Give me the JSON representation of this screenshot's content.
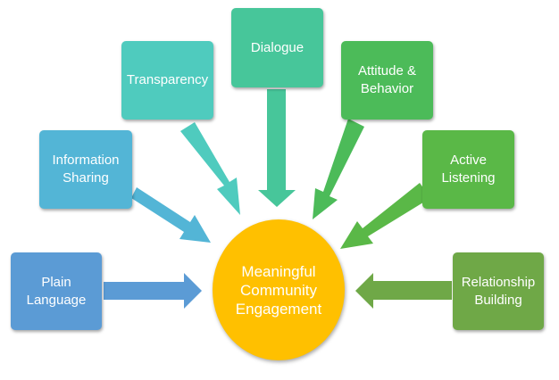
{
  "center": {
    "label": "Meaningful\nCommunity\nEngagement",
    "color": "#FFC000"
  },
  "nodes": [
    {
      "label": "Plain\nLanguage",
      "color": "#5B9BD5"
    },
    {
      "label": "Information\nSharing",
      "color": "#53B5D6"
    },
    {
      "label": "Transparency",
      "color": "#4FCBBE"
    },
    {
      "label": "Dialogue",
      "color": "#47C69A"
    },
    {
      "label": "Attitude &\nBehavior",
      "color": "#4CBB59"
    },
    {
      "label": "Active\nListening",
      "color": "#5AB847"
    },
    {
      "label": "Relationship\nBuilding",
      "color": "#6FA847"
    }
  ]
}
